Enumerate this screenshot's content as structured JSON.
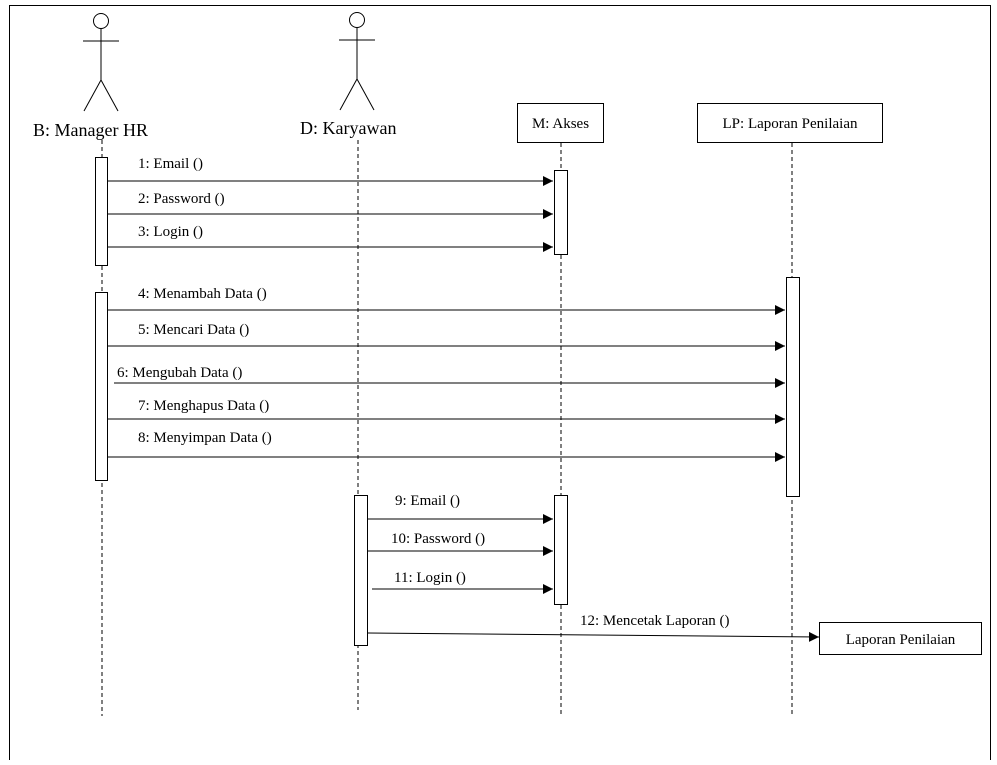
{
  "participants": [
    {
      "id": "manager",
      "label": "B: Manager HR",
      "kind": "actor"
    },
    {
      "id": "karyawan",
      "label": "D: Karyawan",
      "kind": "actor"
    },
    {
      "id": "akses",
      "label": "M: Akses",
      "kind": "object"
    },
    {
      "id": "laporan",
      "label": "LP: Laporan Penilaian",
      "kind": "object"
    }
  ],
  "messages": [
    {
      "num": 1,
      "label": "1: Email ()",
      "from": "manager",
      "to": "akses"
    },
    {
      "num": 2,
      "label": "2: Password ()",
      "from": "manager",
      "to": "akses"
    },
    {
      "num": 3,
      "label": "3: Login ()",
      "from": "manager",
      "to": "akses"
    },
    {
      "num": 4,
      "label": "4: Menambah Data ()",
      "from": "manager",
      "to": "laporan"
    },
    {
      "num": 5,
      "label": "5: Mencari Data ()",
      "from": "manager",
      "to": "laporan"
    },
    {
      "num": 6,
      "label": "6: Mengubah Data ()",
      "from": "manager",
      "to": "laporan"
    },
    {
      "num": 7,
      "label": "7: Menghapus Data ()",
      "from": "manager",
      "to": "laporan"
    },
    {
      "num": 8,
      "label": "8: Menyimpan Data ()",
      "from": "manager",
      "to": "laporan"
    },
    {
      "num": 9,
      "label": "9: Email ()",
      "from": "karyawan",
      "to": "akses"
    },
    {
      "num": 10,
      "label": "10: Password ()",
      "from": "karyawan",
      "to": "akses"
    },
    {
      "num": 11,
      "label": "11: Login ()",
      "from": "karyawan",
      "to": "akses"
    },
    {
      "num": 12,
      "label": "12: Mencetak Laporan ()",
      "from": "karyawan",
      "to": "laporan-output"
    }
  ],
  "output_box": {
    "label": "Laporan Penilaian"
  },
  "colors": {
    "line": "#000000",
    "background": "#ffffff"
  }
}
